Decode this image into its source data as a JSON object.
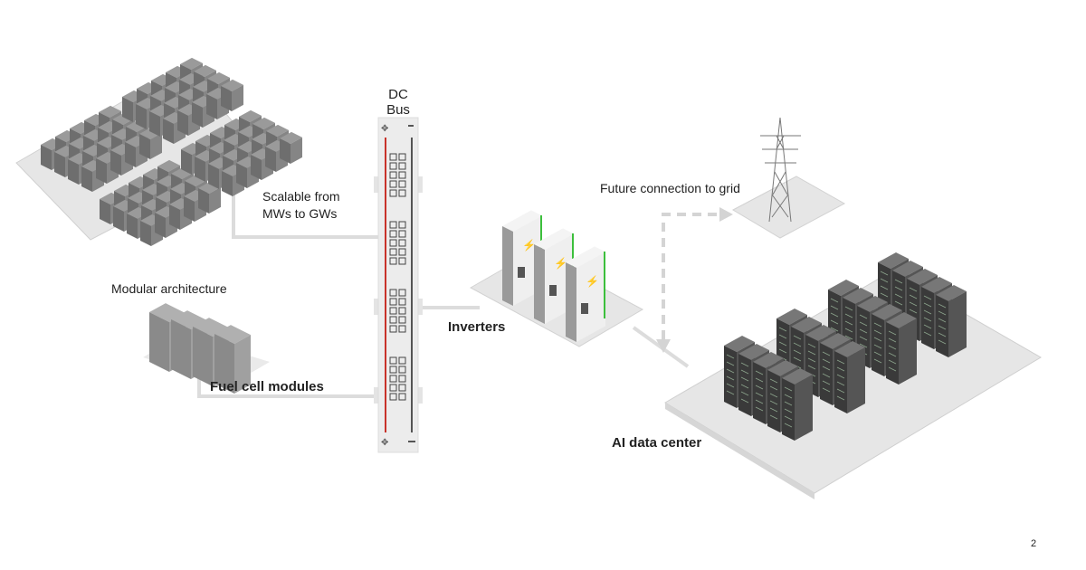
{
  "labels": {
    "dc_bus_line1": "DC",
    "dc_bus_line2": "Bus",
    "scalable_line1": "Scalable from",
    "scalable_line2": "MWs to GWs",
    "modular": "Modular architecture",
    "fuel_cell": "Fuel cell modules",
    "inverters": "Inverters",
    "grid": "Future connection to grid",
    "datacenter": "AI data center",
    "page_number": "2"
  },
  "colors": {
    "positive_rail": "#c8322a",
    "negative_rail": "#555555",
    "inverter_accent": "#3cbf3c",
    "connector": "#dcdcdc",
    "platform": "#e6e6e6"
  }
}
